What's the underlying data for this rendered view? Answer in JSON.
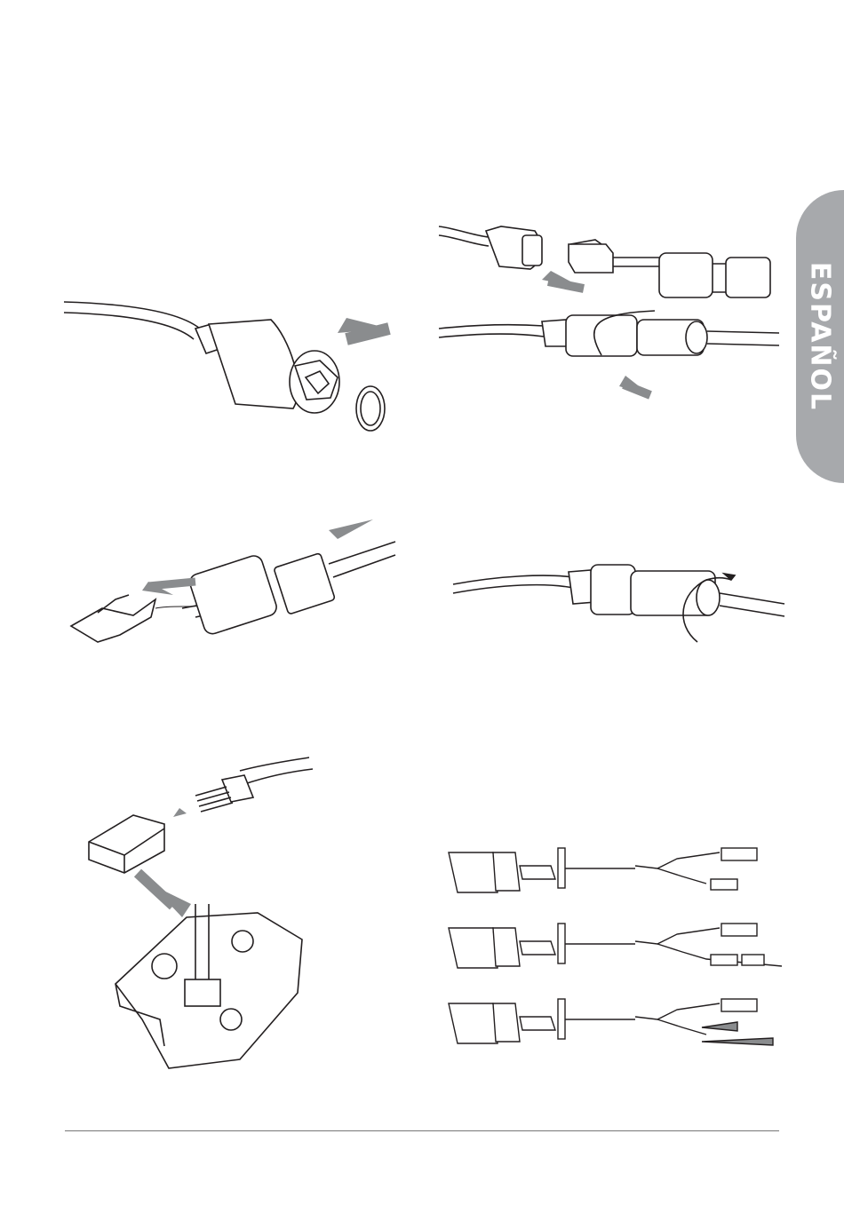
{
  "sidebar": {
    "language_tab": "ESPAÑOL"
  },
  "colors": {
    "tab_gray": "#a7a9ac",
    "line": "#231f20",
    "arrow_fill": "#8a8c8e"
  },
  "figures": [
    {
      "id": "seal-ring-insert"
    },
    {
      "id": "connect-plug-and-tighten"
    },
    {
      "id": "thread-cable-through-cap"
    },
    {
      "id": "tighten-cap"
    },
    {
      "id": "crimp-rj45-connector"
    },
    {
      "id": "camera-cable-variants"
    }
  ]
}
